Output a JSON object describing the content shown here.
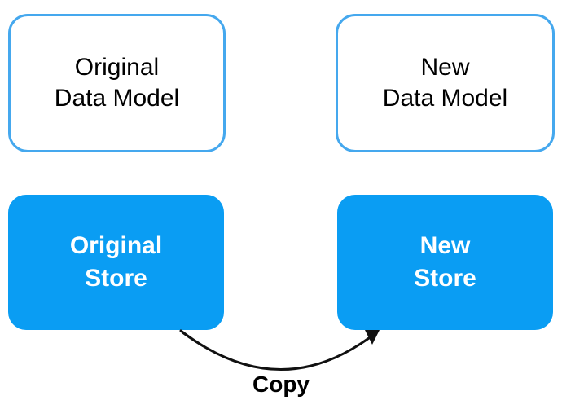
{
  "diagram": {
    "original_model": "Original\nData Model",
    "new_model": "New\nData Model",
    "original_store": "Original\nStore",
    "new_store": "New\nStore",
    "arrow_label": "Copy"
  },
  "colors": {
    "model_border": "#45a8ee",
    "store_fill": "#0a9df3",
    "store_text": "#ffffff",
    "text": "#000000",
    "arrow": "#111111"
  }
}
